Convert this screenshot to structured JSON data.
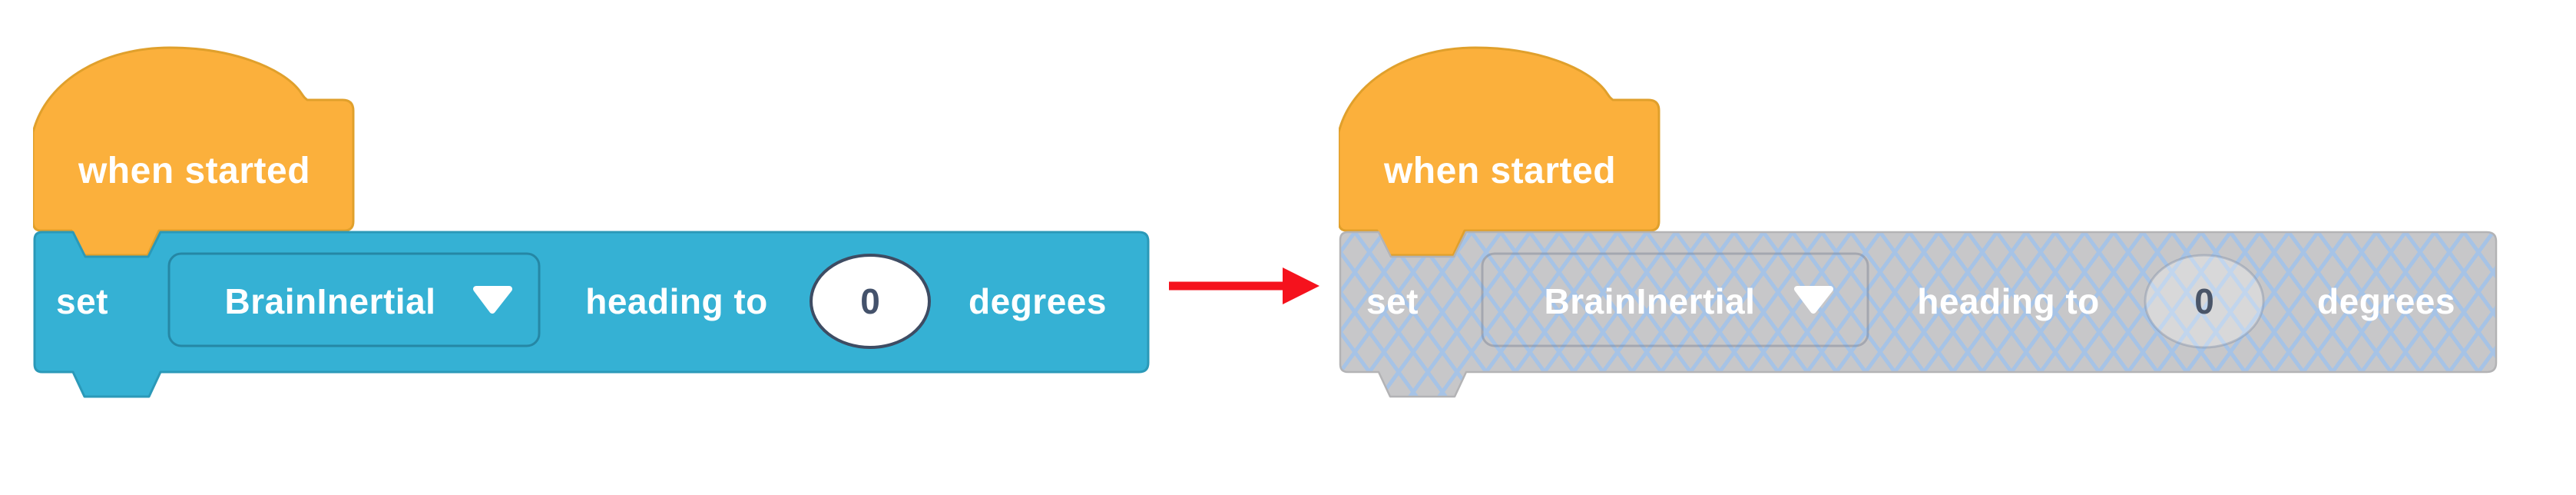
{
  "script_before": {
    "state": "enabled",
    "hat_block": {
      "label": "when started"
    },
    "set_heading_block": {
      "set_label": "set",
      "device_dropdown": {
        "value": "BrainInertial",
        "icon": "caret-down"
      },
      "middle_label": "heading to",
      "value_input": {
        "value": "0"
      },
      "unit_label": "degrees"
    }
  },
  "arrow": {
    "direction": "right",
    "meaning": "becomes"
  },
  "script_after": {
    "state": "disabled",
    "hat_block": {
      "label": "when started"
    },
    "set_heading_block": {
      "set_label": "set",
      "device_dropdown": {
        "value": "BrainInertial",
        "icon": "caret-down"
      },
      "middle_label": "heading to",
      "value_input": {
        "value": "0"
      },
      "unit_label": "degrees"
    }
  },
  "colors": {
    "hat_orange": "#FBB03C",
    "hat_orange_border": "#E0A02C",
    "block_blue": "#35B1D4",
    "block_blue_border": "#2B99B8",
    "disabled_gray": "#C7C7C9",
    "disabled_lattice_blue": "#A6C3E6",
    "disabled_border": "#B3B3B5",
    "arrow_red": "#F5121D",
    "value_text_dark": "#44526B",
    "text_white": "#FFFFFF"
  }
}
